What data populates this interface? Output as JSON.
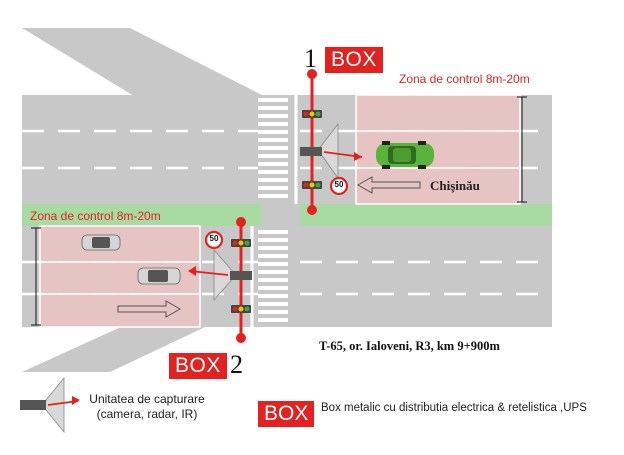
{
  "boxes": [
    {
      "label": "BOX",
      "number": "1"
    },
    {
      "label": "BOX",
      "number": "2"
    }
  ],
  "zones": {
    "top": "Zona de control 8m-20m",
    "bottom": "Zona de control 8m-20m"
  },
  "speed_limit": "50",
  "direction_label": "Chişinău",
  "location": "T-65, or. Ialoveni, R3, km 9+900m",
  "legend": {
    "camera_title": "Unitatea de capturare",
    "camera_detail": "(camera, radar, IR)",
    "box_label": "BOX",
    "box_description": "Box metalic  cu distributia electrica & retelistica ,UPS"
  },
  "colors": {
    "road": "#c8c8c8",
    "zone": "#e9c3c3",
    "green_strip": "#a8dba2",
    "pole_red": "#e3221f",
    "car_green": "#5ab33a"
  },
  "icons": [
    "traffic-light-icon",
    "camera-icon",
    "speed-limit-sign-icon",
    "car-icon",
    "direction-arrow-icon"
  ]
}
